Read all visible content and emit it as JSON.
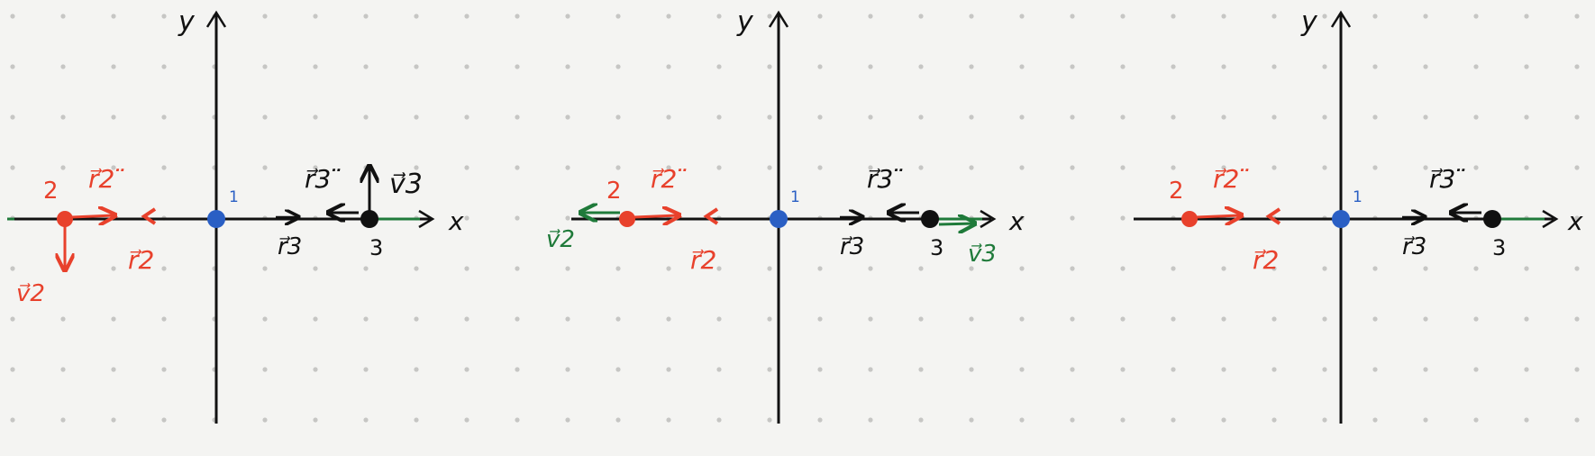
{
  "colors": {
    "paper": "#f4f4f2",
    "dot": "#c6c6c4",
    "ink": "#111111",
    "red": "#e8412c",
    "blue": "#2a5fc4",
    "green": "#1f7a3a"
  },
  "diagrams": [
    {
      "axis_x": "x",
      "axis_y": "y",
      "origin_label": "1",
      "body2_label": "2",
      "body3_label": "3",
      "r2ddot_label": "r⃗2 ̈",
      "r3ddot_label": "r⃗3 ̈",
      "r2_label": "r⃗2",
      "r3_label": "r⃗3",
      "v2_label": "v⃗2",
      "v3_label": "v⃗3"
    },
    {
      "axis_x": "x",
      "axis_y": "y",
      "origin_label": "1",
      "body2_label": "2",
      "body3_label": "3",
      "r2ddot_label": "r⃗2 ̈",
      "r3ddot_label": "r⃗3 ̈",
      "r2_label": "r⃗2",
      "r3_label": "r⃗3",
      "v2_label": "v⃗2",
      "v3_label": "v⃗3"
    },
    {
      "axis_x": "x",
      "axis_y": "y",
      "origin_label": "1",
      "body2_label": "2",
      "body3_label": "3",
      "r2ddot_label": "r⃗2 ̈",
      "r3ddot_label": "r⃗3 ̈",
      "r2_label": "r⃗2",
      "r3_label": "r⃗3"
    }
  ]
}
